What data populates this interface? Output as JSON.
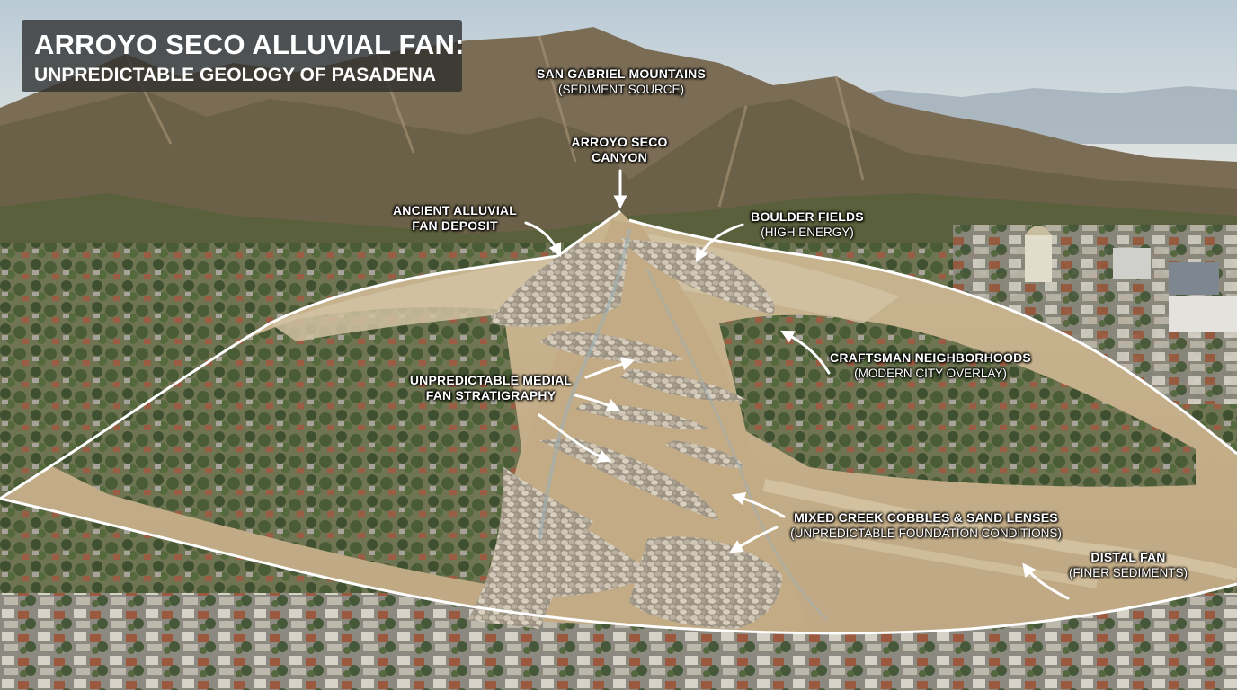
{
  "title": {
    "line1": "ARROYO SECO ALLUVIAL FAN:",
    "line2": "UNPREDICTABLE GEOLOGY OF PASADENA"
  },
  "labels": {
    "mountains": {
      "main": "SAN GABRIEL MOUNTAINS",
      "sub": "(SEDIMENT SOURCE)"
    },
    "canyon": {
      "line1": "ARROYO SECO",
      "line2": "CANYON"
    },
    "ancient_deposit": {
      "line1": "ANCIENT ALLUVIAL",
      "line2": "FAN DEPOSIT"
    },
    "boulder_fields": {
      "main": "BOULDER FIELDS",
      "sub": "(HIGH ENERGY)"
    },
    "craftsman": {
      "main": "CRAFTSMAN NEIGHBORHOODS",
      "sub": "(MODERN CITY OVERLAY)"
    },
    "medial_fan": {
      "line1": "UNPREDICTABLE MEDIAL",
      "line2": "FAN STRATIGRAPHY"
    },
    "cobbles": {
      "main": "MIXED CREEK COBBLES & SAND LENSES",
      "sub": "(UNPREDICTABLE FOUNDATION CONDITIONS)"
    },
    "distal_fan": {
      "main": "DISTAL FAN",
      "sub": "(FINER SEDIMENTS)"
    }
  },
  "colors": {
    "sky": "#cfdce4",
    "mountain": "#7a6a52",
    "vegetation": "#4e5e36",
    "fan_sand": "#c9b48e",
    "cobbles": "#a89e8e",
    "outline": "#ffffff"
  }
}
